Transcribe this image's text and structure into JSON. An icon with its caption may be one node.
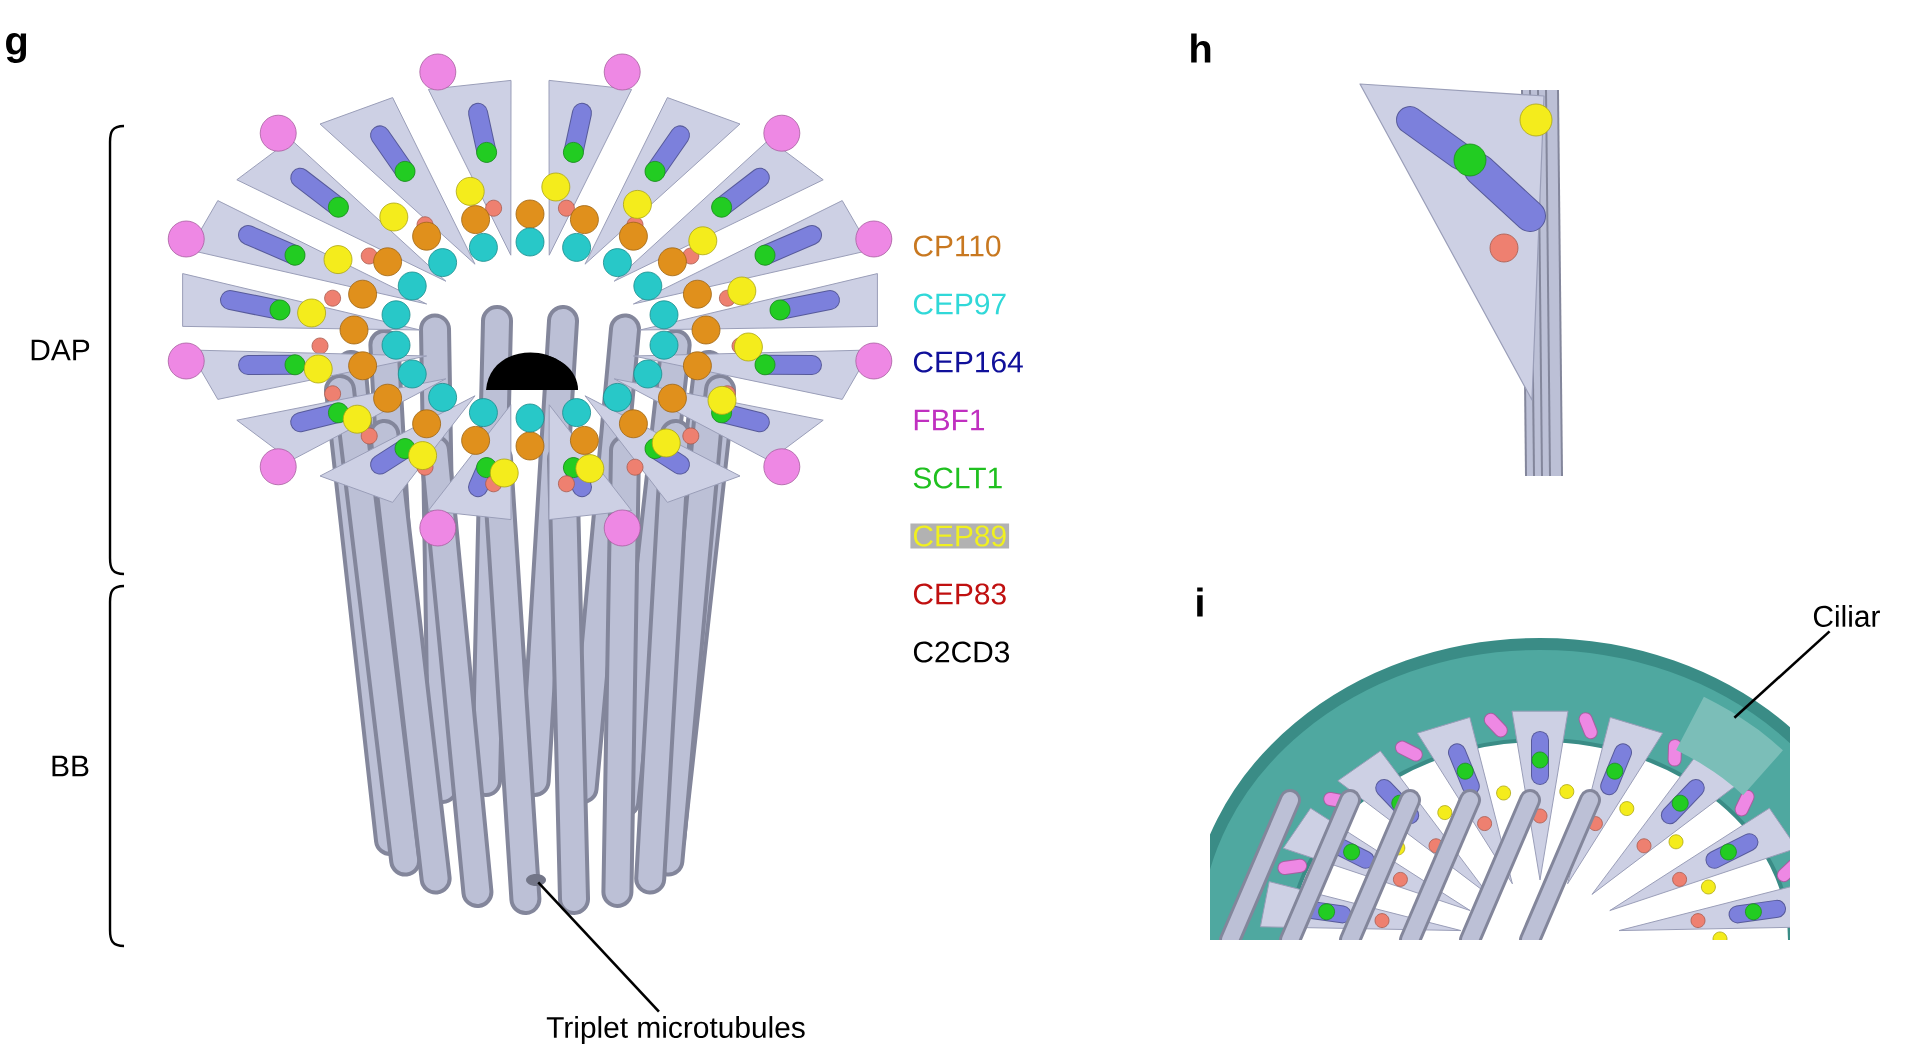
{
  "diagram": {
    "nodes": [
      {
        "text": [
          "Triplet microtubules"
        ]
      },
      {
        "text": [],
        "shape": "cylinder"
      },
      {
        "text": [
          "Ciliar"
        ]
      },
      {
        "text": [],
        "shape": "band"
      }
    ],
    "edges": [
      {
        "from": 0,
        "to": 1,
        "arrow": "none"
      },
      {
        "from": 2,
        "to": 3,
        "arrow": "none"
      }
    ],
    "labels": [
      "g",
      "h",
      "DAP",
      "BB",
      "i"
    ],
    "legend": [
      {
        "text": "CP110",
        "color": "#c87820"
      },
      {
        "text": "CEP97",
        "color": "#30d8d8"
      },
      {
        "text": "CEP164",
        "color": "#10109a"
      },
      {
        "text": "FBF1",
        "color": "#c030c0"
      },
      {
        "text": "SCLT1",
        "color": "#20c020"
      },
      {
        "text": "CEP89",
        "color": "#f0f020"
      },
      {
        "text": "CEP83",
        "color": "#c01010"
      },
      {
        "text": "C2CD3",
        "color": "#000000"
      }
    ]
  }
}
